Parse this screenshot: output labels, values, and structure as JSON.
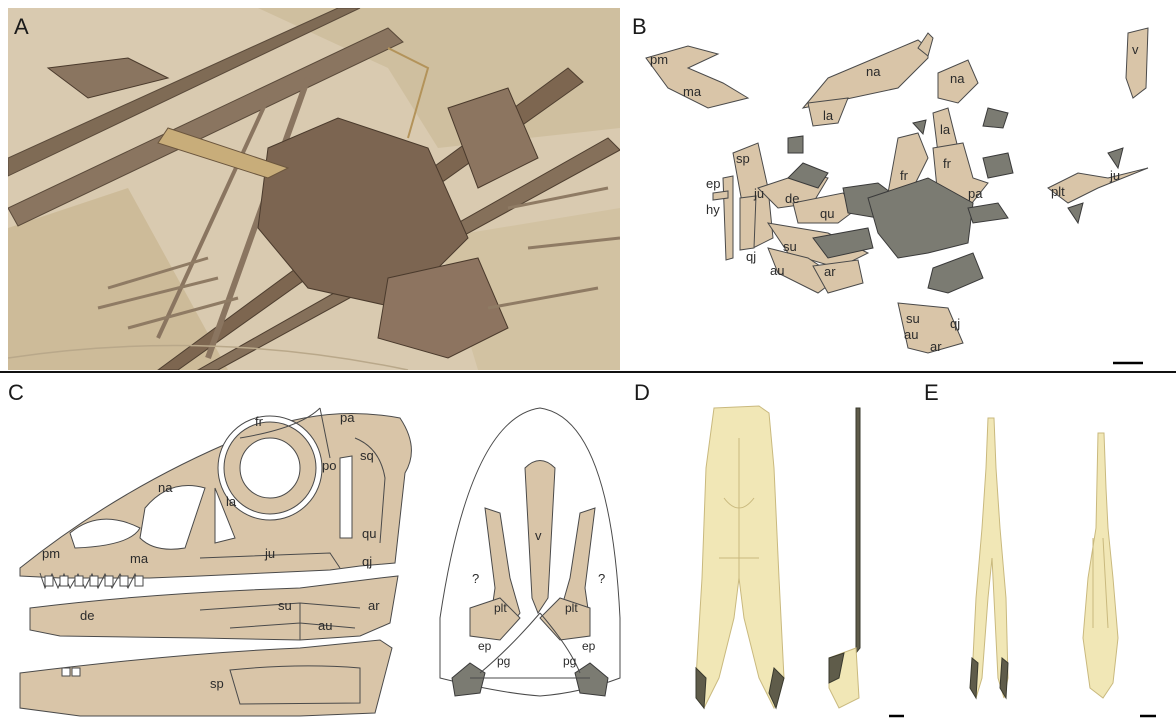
{
  "panels": {
    "a": {
      "label": "A"
    },
    "b": {
      "label": "B"
    },
    "c": {
      "label": "C"
    },
    "d": {
      "label": "D"
    },
    "e": {
      "label": "E"
    }
  },
  "b_labels": {
    "pm": "pm",
    "ma": "ma",
    "na1": "na",
    "la1": "la",
    "na2": "na",
    "la2": "la",
    "v": "v",
    "sp": "sp",
    "fr1": "fr",
    "fr2": "fr",
    "ep": "ep",
    "ju1": "ju",
    "de": "de",
    "hy": "hy",
    "qu": "qu",
    "pa": "pa",
    "plt": "plt",
    "ju2": "ju",
    "qj1": "qj",
    "su1": "su",
    "au1": "au",
    "ar1": "ar",
    "su2": "su",
    "au2": "au",
    "ar2": "ar",
    "qj2": "qj"
  },
  "c_lateral": {
    "fr": "fr",
    "pa": "pa",
    "po": "po",
    "sq": "sq",
    "na": "na",
    "la": "la",
    "pm": "pm",
    "ma": "ma",
    "ju": "ju",
    "qu": "qu",
    "qj": "qj",
    "de": "de",
    "su": "su",
    "ar": "ar",
    "au": "au",
    "sp": "sp"
  },
  "c_palate": {
    "v": "v",
    "q1": "?",
    "q2": "?",
    "plt1": "plt",
    "plt2": "plt",
    "ep1": "ep",
    "ep2": "ep",
    "pg1": "pg",
    "pg2": "pg"
  },
  "colors": {
    "bone": "#d9c5a8",
    "dark_bone": "#7b7b72",
    "scan": "#f1e7b6",
    "photo_matrix": "#d8c8ac"
  }
}
